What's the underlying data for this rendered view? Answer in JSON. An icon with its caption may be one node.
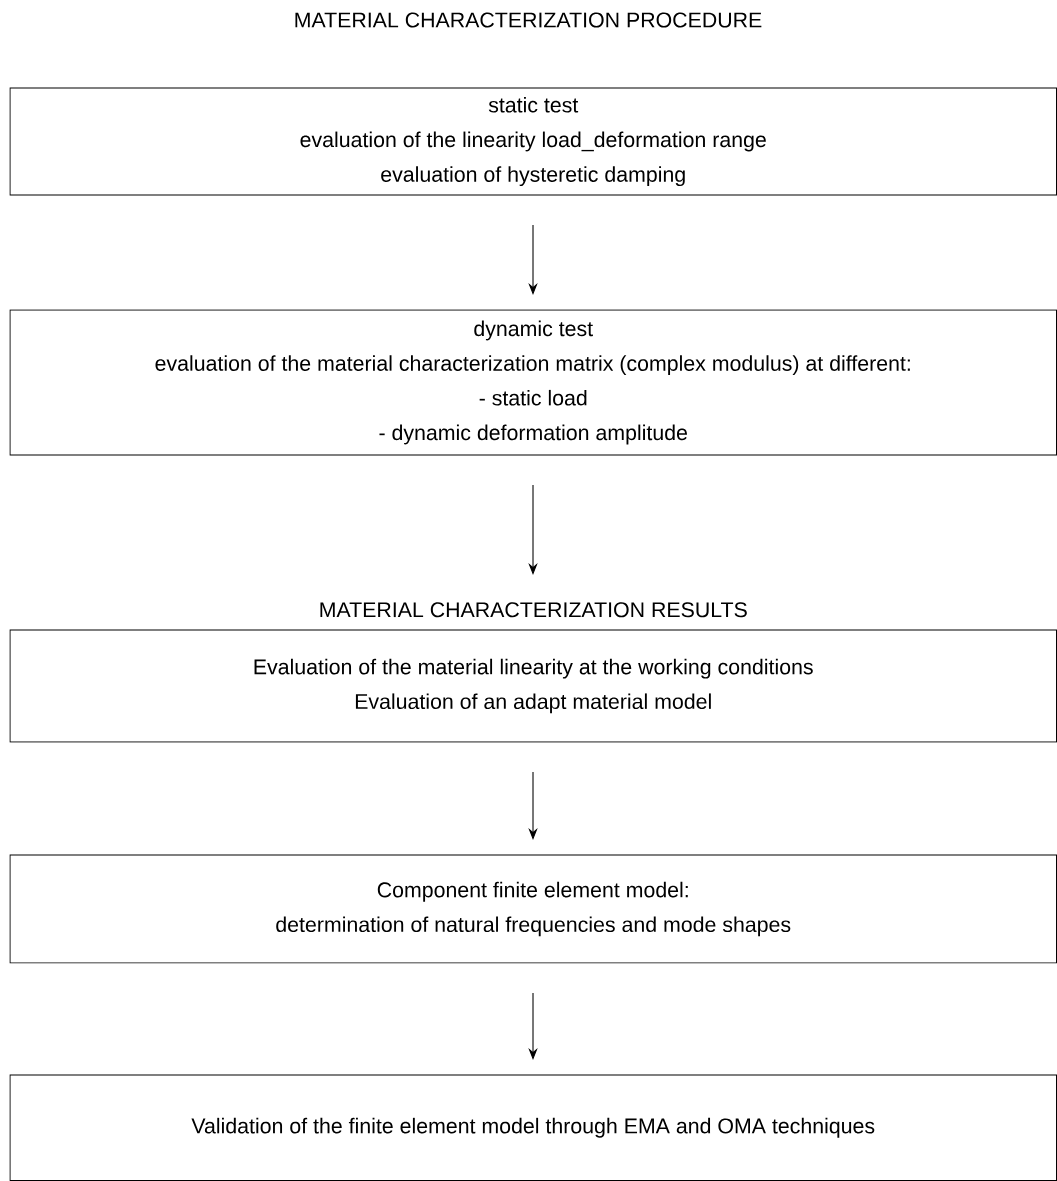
{
  "diagram": {
    "title": "MATERIAL CHARACTERIZATION PROCEDURE",
    "nodes": [
      {
        "text": [
          "static test",
          "evaluation of the linearity load_deformation range",
          "evaluation of hysteretic damping"
        ]
      },
      {
        "text": [
          "dynamic test",
          "evaluation of the material characterization matrix (complex modulus) at different:",
          "- static load",
          "- dynamic deformation amplitude"
        ]
      },
      {
        "text": [
          "MATERIAL CHARACTERIZATION RESULTS",
          "Evaluation of the material linearity at the working conditions",
          "Evaluation of an adapt material model"
        ]
      },
      {
        "text": [
          "Component finite element model:",
          "determination of  natural frequencies and mode shapes"
        ]
      },
      {
        "text": [
          "Validation of the finite element model  through EMA and OMA techniques"
        ]
      }
    ],
    "edges": [
      {
        "from": 0,
        "to": 1,
        "arrow": "to"
      },
      {
        "from": 1,
        "to": 2,
        "arrow": "to"
      },
      {
        "from": 2,
        "to": 3,
        "arrow": "to"
      },
      {
        "from": 3,
        "to": 4,
        "arrow": "to"
      }
    ]
  }
}
